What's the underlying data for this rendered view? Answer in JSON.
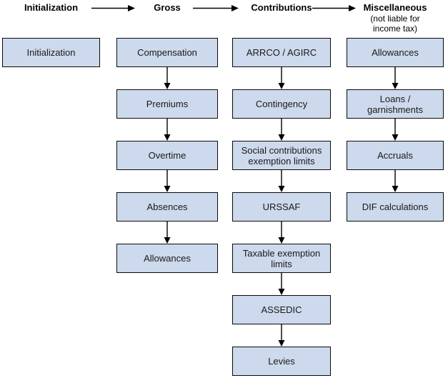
{
  "colors": {
    "box_fill": "#cdd9ec",
    "box_border": "#0a0a0a",
    "arrow": "#000000",
    "header_text": "#000000",
    "box_text": "#1a1a1a"
  },
  "columns": [
    {
      "header": "Initialization",
      "boxes": [
        "Initialization"
      ]
    },
    {
      "header": "Gross",
      "boxes": [
        "Compensation",
        "Premiums",
        "Overtime",
        "Absences",
        "Allowances"
      ]
    },
    {
      "header": "Contributions",
      "boxes": [
        "ARRCO / AGIRC",
        "Contingency",
        "Social contributions exemption limits",
        "URSSAF",
        "Taxable exemption limits",
        "ASSEDIC",
        "Levies"
      ]
    },
    {
      "header": "Miscellaneous",
      "sub_lines": [
        "(not liable for",
        "income tax)"
      ],
      "boxes": [
        "Allowances",
        "Loans / garnishments",
        "Accruals",
        "DIF calculations"
      ]
    }
  ]
}
